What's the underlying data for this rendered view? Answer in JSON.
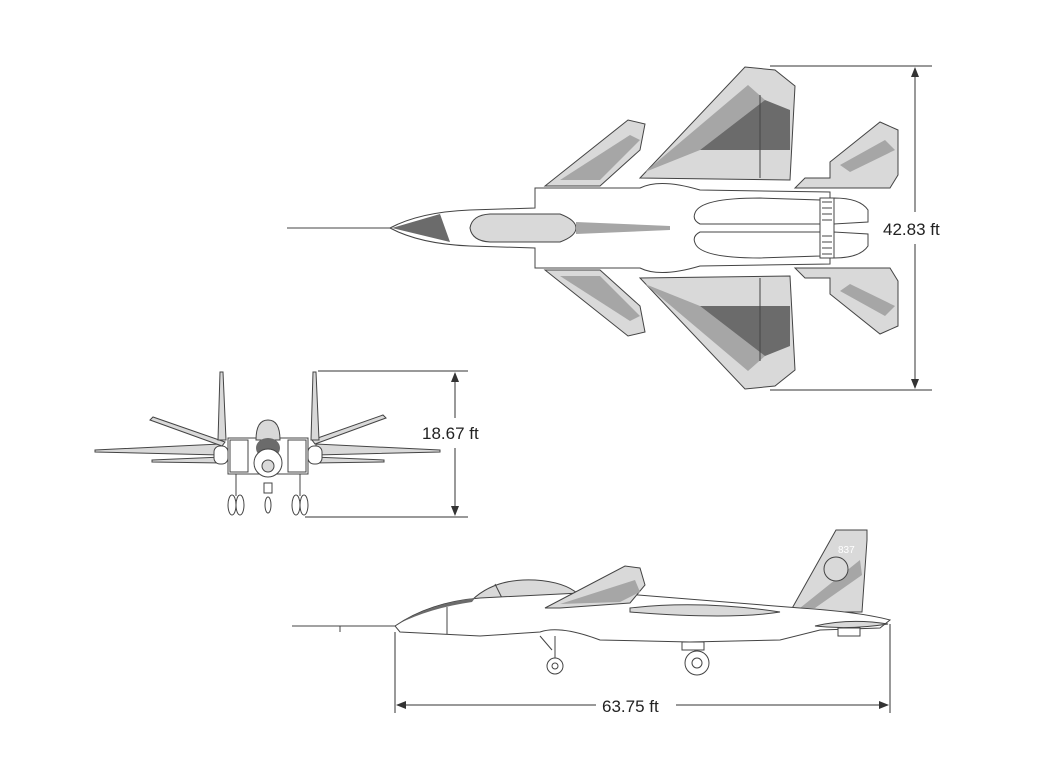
{
  "diagram": {
    "views": [
      "top",
      "front",
      "side"
    ],
    "dimensions": {
      "wingspan": "42.83 ft",
      "height": "18.67 ft",
      "length": "63.75 ft"
    },
    "tail_number": "837",
    "colors": {
      "outline": "#444444",
      "light": "#d9d9d9",
      "mid": "#a6a6a6",
      "dark": "#6b6b6b"
    }
  }
}
